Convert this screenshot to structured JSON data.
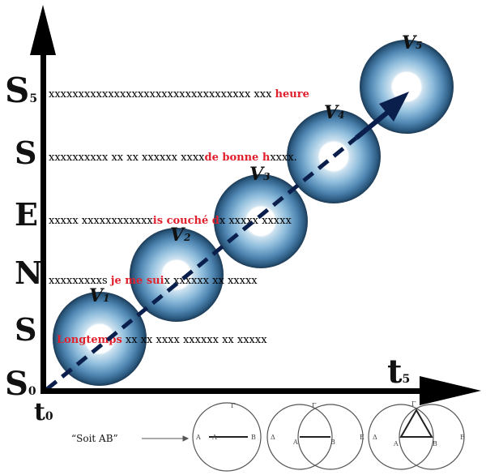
{
  "axis_y": {
    "letters": [
      "S",
      "E",
      "N",
      "S"
    ],
    "top_label": "S",
    "top_sub": "5",
    "bottom_label": "S",
    "bottom_sub": "0"
  },
  "axis_x": {
    "right_label": "t",
    "right_sub": "5",
    "origin_label": "t",
    "origin_sub": "0"
  },
  "rows": [
    {
      "plain": "xxxxxxxxxxxxxxxxxxxxxxxxxxxxxxxxxx xxx ",
      "highlight": "heure",
      "tail": ""
    },
    {
      "plain": "xxxxxxxxxx xx xx xxxxxx xxxx",
      "highlight": "de bonne h",
      "tail": "xxxx."
    },
    {
      "plain": "xxxxx xxxxxxxxxxxx",
      "highlight": "is  couché  d",
      "tail": "x xxxxx xxxxx"
    },
    {
      "plain": "xxxxxxxxxs ",
      "highlight": "je me sui",
      "tail": "x xxxxxx xx xxxxx"
    },
    {
      "plain": "",
      "highlight": "Longtemps",
      "tail": " xx xx xxxx xxxxxx xx xxxxx"
    }
  ],
  "vectors": [
    {
      "label": "V",
      "sub": "1"
    },
    {
      "label": "V",
      "sub": "2"
    },
    {
      "label": "V",
      "sub": "3"
    },
    {
      "label": "V",
      "sub": "4"
    },
    {
      "label": "V",
      "sub": "5"
    }
  ],
  "caption": {
    "text": "“Soit AB”",
    "figure_labels": [
      "A",
      "B",
      "Γ",
      "Δ",
      "E"
    ]
  },
  "colors": {
    "axis": "#000000",
    "highlight": "#e0202c",
    "arrow": "#0b1f4d",
    "eye_outer": "#2f5f88",
    "eye_mid": "#7fb0d4",
    "eye_inner": "#cfe3f0"
  }
}
